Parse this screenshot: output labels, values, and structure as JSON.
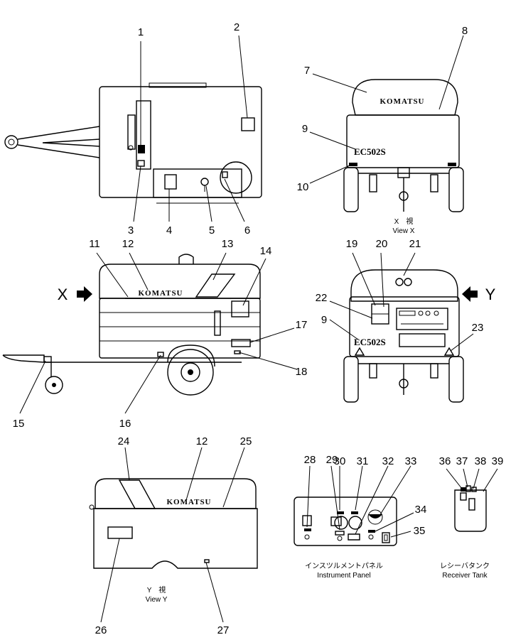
{
  "callouts": {
    "n1": "1",
    "n2": "2",
    "n3": "3",
    "n4": "4",
    "n5": "5",
    "n6": "6",
    "n7": "7",
    "n8": "8",
    "n9": "9",
    "n10": "10",
    "n11": "11",
    "n12": "12",
    "n13": "13",
    "n14": "14",
    "n15": "15",
    "n16": "16",
    "n17": "17",
    "n18": "18",
    "n19": "19",
    "n20": "20",
    "n21": "21",
    "n22": "22",
    "n23": "23",
    "n24": "24",
    "n25": "25",
    "n26": "26",
    "n27": "27",
    "n28": "28",
    "n29": "29",
    "n30": "30",
    "n31": "31",
    "n32": "32",
    "n33": "33",
    "n34": "34",
    "n35": "35",
    "n36": "36",
    "n37": "37",
    "n38": "38",
    "n39": "39"
  },
  "logo_text": "KOMATSU",
  "model_text": "EC502S",
  "arrows": {
    "x": "X",
    "y": "Y"
  },
  "captions": {
    "view_x_jp": "X　視",
    "view_x": "View X",
    "view_y_jp": "Y　視",
    "view_y": "View Y",
    "instrument_jp": "インスツルメントパネル",
    "instrument": "Instrument Panel",
    "receiver_jp": "レシーバタンク",
    "receiver": "Receiver Tank"
  }
}
